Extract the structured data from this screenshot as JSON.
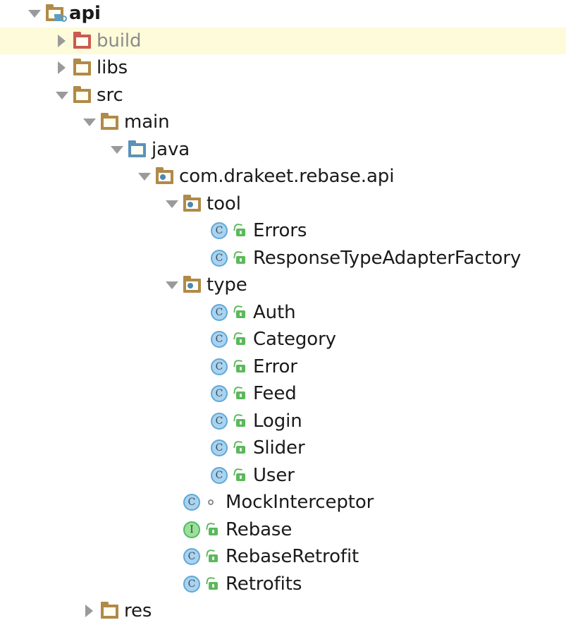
{
  "view": {
    "name": "project-file-tree",
    "background": "#ffffff",
    "selection_color": "#fdfbd9",
    "text_color": "#1a1a1a",
    "muted_text_color": "#8c8c8c",
    "folder_brown": "#b08a47",
    "folder_red": "#cb5a51",
    "folder_blue": "#5b92b8",
    "class_blue": "#a9d3ef",
    "interface_green": "#9ae09a",
    "public_badge_green": "#5cb85c",
    "package_badge_gray": "#8b8b8b"
  },
  "rows": [
    {
      "label": "api",
      "depth": 0,
      "twisty": "open",
      "icon": "folder-module-java",
      "badge": "none",
      "bold": true,
      "muted": false,
      "selected": false
    },
    {
      "label": "build",
      "depth": 1,
      "twisty": "closed",
      "icon": "folder-red",
      "badge": "none",
      "bold": false,
      "muted": true,
      "selected": true
    },
    {
      "label": "libs",
      "depth": 1,
      "twisty": "closed",
      "icon": "folder-brown",
      "badge": "none",
      "bold": false,
      "muted": false,
      "selected": false
    },
    {
      "label": "src",
      "depth": 1,
      "twisty": "open",
      "icon": "folder-brown",
      "badge": "none",
      "bold": false,
      "muted": false,
      "selected": false
    },
    {
      "label": "main",
      "depth": 2,
      "twisty": "open",
      "icon": "folder-brown",
      "badge": "none",
      "bold": false,
      "muted": false,
      "selected": false
    },
    {
      "label": "java",
      "depth": 3,
      "twisty": "open",
      "icon": "folder-blue",
      "badge": "none",
      "bold": false,
      "muted": false,
      "selected": false
    },
    {
      "label": "com.drakeet.rebase.api",
      "depth": 4,
      "twisty": "open",
      "icon": "folder-package",
      "badge": "none",
      "bold": false,
      "muted": false,
      "selected": false
    },
    {
      "label": "tool",
      "depth": 5,
      "twisty": "open",
      "icon": "folder-package",
      "badge": "none",
      "bold": false,
      "muted": false,
      "selected": false
    },
    {
      "label": "Errors",
      "depth": 6,
      "twisty": "none",
      "icon": "class",
      "badge": "public",
      "bold": false,
      "muted": false,
      "selected": false
    },
    {
      "label": "ResponseTypeAdapterFactory",
      "depth": 6,
      "twisty": "none",
      "icon": "class",
      "badge": "public",
      "bold": false,
      "muted": false,
      "selected": false
    },
    {
      "label": "type",
      "depth": 5,
      "twisty": "open",
      "icon": "folder-package",
      "badge": "none",
      "bold": false,
      "muted": false,
      "selected": false
    },
    {
      "label": "Auth",
      "depth": 6,
      "twisty": "none",
      "icon": "class",
      "badge": "public",
      "bold": false,
      "muted": false,
      "selected": false
    },
    {
      "label": "Category",
      "depth": 6,
      "twisty": "none",
      "icon": "class",
      "badge": "public",
      "bold": false,
      "muted": false,
      "selected": false
    },
    {
      "label": "Error",
      "depth": 6,
      "twisty": "none",
      "icon": "class",
      "badge": "public",
      "bold": false,
      "muted": false,
      "selected": false
    },
    {
      "label": "Feed",
      "depth": 6,
      "twisty": "none",
      "icon": "class",
      "badge": "public",
      "bold": false,
      "muted": false,
      "selected": false
    },
    {
      "label": "Login",
      "depth": 6,
      "twisty": "none",
      "icon": "class",
      "badge": "public",
      "bold": false,
      "muted": false,
      "selected": false
    },
    {
      "label": "Slider",
      "depth": 6,
      "twisty": "none",
      "icon": "class",
      "badge": "public",
      "bold": false,
      "muted": false,
      "selected": false
    },
    {
      "label": "User",
      "depth": 6,
      "twisty": "none",
      "icon": "class",
      "badge": "public",
      "bold": false,
      "muted": false,
      "selected": false
    },
    {
      "label": "MockInterceptor",
      "depth": 5,
      "twisty": "none",
      "icon": "class",
      "badge": "package",
      "bold": false,
      "muted": false,
      "selected": false
    },
    {
      "label": "Rebase",
      "depth": 5,
      "twisty": "none",
      "icon": "interface",
      "badge": "public",
      "bold": false,
      "muted": false,
      "selected": false
    },
    {
      "label": "RebaseRetrofit",
      "depth": 5,
      "twisty": "none",
      "icon": "class",
      "badge": "public",
      "bold": false,
      "muted": false,
      "selected": false
    },
    {
      "label": "Retrofits",
      "depth": 5,
      "twisty": "none",
      "icon": "class",
      "badge": "public",
      "bold": false,
      "muted": false,
      "selected": false
    },
    {
      "label": "res",
      "depth": 2,
      "twisty": "closed",
      "icon": "folder-brown",
      "badge": "none",
      "bold": false,
      "muted": false,
      "selected": false
    }
  ]
}
